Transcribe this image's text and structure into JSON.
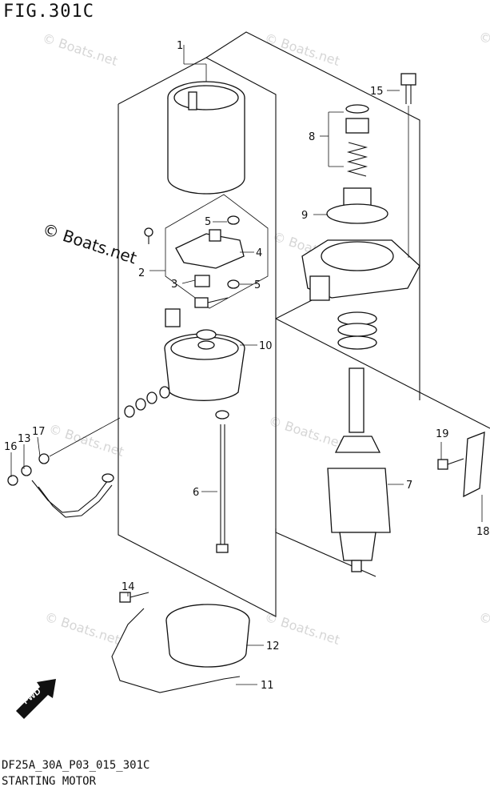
{
  "figure": {
    "title": "FIG.301C"
  },
  "footer": {
    "code": "DF25A_30A_P03_015_301C",
    "name": "STARTING MOTOR"
  },
  "watermark": {
    "text": "© Boats.net"
  },
  "callouts": [
    {
      "id": "c1",
      "text": "1"
    },
    {
      "id": "c2",
      "text": "2"
    },
    {
      "id": "c3",
      "text": "3"
    },
    {
      "id": "c4",
      "text": "4"
    },
    {
      "id": "c5a",
      "text": "5"
    },
    {
      "id": "c5b",
      "text": "5"
    },
    {
      "id": "c6",
      "text": "6"
    },
    {
      "id": "c7",
      "text": "7"
    },
    {
      "id": "c8",
      "text": "8"
    },
    {
      "id": "c9",
      "text": "9"
    },
    {
      "id": "c10",
      "text": "10"
    },
    {
      "id": "c11",
      "text": "11"
    },
    {
      "id": "c12",
      "text": "12"
    },
    {
      "id": "c13",
      "text": "13"
    },
    {
      "id": "c14",
      "text": "14"
    },
    {
      "id": "c15",
      "text": "15"
    },
    {
      "id": "c16",
      "text": "16"
    },
    {
      "id": "c17",
      "text": "17"
    },
    {
      "id": "c18",
      "text": "18"
    },
    {
      "id": "c19",
      "text": "19"
    }
  ],
  "fwd_badge": {
    "text": "FWD"
  },
  "colors": {
    "ink": "#111111",
    "watermark": "#d6d6d6",
    "background": "#ffffff"
  }
}
